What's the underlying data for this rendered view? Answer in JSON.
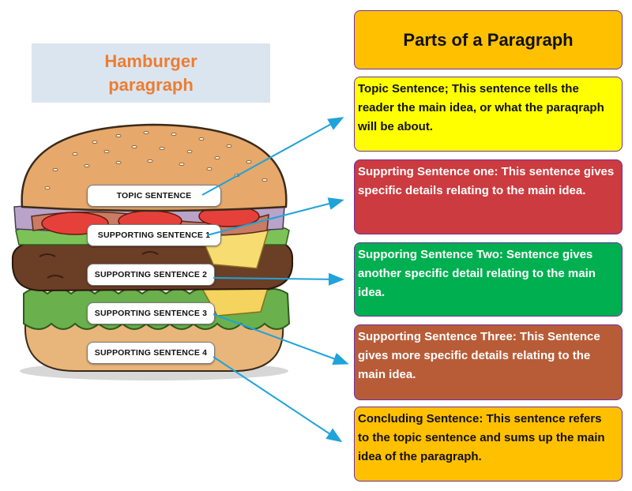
{
  "diagram": {
    "title": "Hamburger paragraph",
    "header": "Parts of a Paragraph",
    "labels": {
      "topic": "TOPIC SENTENCE",
      "support1": "SUPPORTING SENTENCE 1",
      "support2": "SUPPORTING SENTENCE  2",
      "support3": "SUPPORTING SENTENCE  3",
      "support4": "SUPPORTING SENTENCE  4"
    },
    "descriptions": {
      "topic": "Topic Sentence; This sentence tells the reader the main idea, or what the paraqraph will be about.",
      "support1": "Supprting Sentence one: This sentence gives specific details relating to the main idea.",
      "support2": "Supporing Sentence Two: Sentence gives another specific detail relating to the main idea.",
      "support3": "Supporting Sentence Three: This Sentence gives more specific details relating to the main idea.",
      "concluding": "Concluding Sentence: This sentence refers to the topic sentence and sums up the main idea of the paragraph."
    },
    "colors": {
      "title_text": "#ed7d31",
      "title_bg": "#dbe5f0",
      "header_bg": "#ffc000",
      "topic_bg": "#ffff00",
      "support1_bg": "#cc3b3f",
      "support2_bg": "#00b050",
      "support3_bg": "#b85c38",
      "concluding_bg": "#ffc000",
      "arrow": "#1fa3d9",
      "panel_border": "#7030a0"
    }
  }
}
